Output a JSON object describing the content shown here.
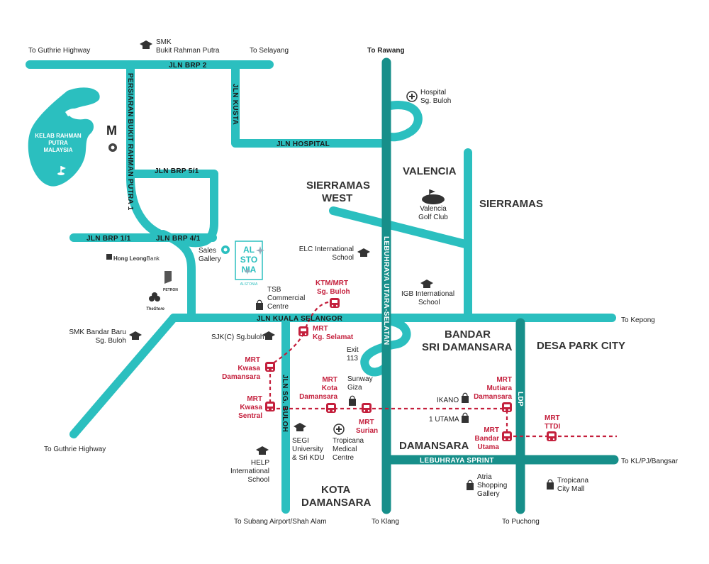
{
  "directions": {
    "guthrie_top": "To Guthrie Highway",
    "selayang": "To Selayang",
    "rawang": "To Rawang",
    "kepong": "To Kepong",
    "guthrie_bottom": "To Guthrie Highway",
    "subang": "To Subang Airport/Shah Alam",
    "klang": "To Klang",
    "puchong": "To Puchong",
    "kl": "To KL/PJ/Bangsar"
  },
  "roads": {
    "brp2": "JLN BRP 2",
    "persiaran": "PERSIARAN BUKIT RAHMAN PUTRA 1",
    "kusta": "JLN KUSTA",
    "hospital": "JLN HOSPITAL",
    "brp51": "JLN BRP 5/1",
    "brp11": "JLN BRP 1/1",
    "brp41": "JLN BRP 4/1",
    "kuala_selangor": "JLN KUALA SELANGOR",
    "sg_buloh": "JLN SG. BULOH",
    "lebuhraya": "LEBUHRAYA UTARA-SELATAN",
    "ldp": "LDP",
    "sprint": "LEBUHRAYA SPRINT"
  },
  "areas": {
    "sierramas_west": [
      "SIERRAMAS",
      "WEST"
    ],
    "valencia": "VALENCIA",
    "sierramas": "SIERRAMAS",
    "bandar_sri": [
      "BANDAR",
      "SRI DAMANSARA"
    ],
    "desa_park": "DESA PARK CITY",
    "damansara": "DAMANSARA",
    "kota_damansara": [
      "KOTA",
      "DAMANSARA"
    ]
  },
  "landmarks": {
    "smk_brp": [
      "SMK",
      "Bukit Rahman Putra"
    ],
    "kelab": [
      "KELAB RAHMAN",
      "PUTRA",
      "MALAYSIA"
    ],
    "hospital": [
      "Hospital",
      "Sg. Buloh"
    ],
    "valencia_golf": [
      "Valencia",
      "Golf Club"
    ],
    "elc": [
      "ELC International",
      "School"
    ],
    "sales_gallery": [
      "Sales",
      "Gallery"
    ],
    "alstonia": [
      "AL",
      "STO",
      "NIA"
    ],
    "alstonia_sub": "ALSTONIA",
    "tsb": [
      "TSB",
      "Commercial",
      "Centre"
    ],
    "igb": [
      "IGB International",
      "School"
    ],
    "smk_bbsb": [
      "SMK Bandar Baru",
      "Sg. Buloh"
    ],
    "sjk": "SJK(C) Sg.buloh",
    "exit": [
      "Exit",
      "113"
    ],
    "sunway": [
      "Sunway",
      "Giza"
    ],
    "ikano": "IKANO",
    "one_utama": "1 UTAMA",
    "segi": [
      "SEGI",
      "University",
      "& Sri KDU"
    ],
    "tropicana_med": [
      "Tropicana",
      "Medical",
      "Centre"
    ],
    "help": [
      "HELP",
      "International",
      "School"
    ],
    "atria": [
      "Atria",
      "Shopping",
      "Gallery"
    ],
    "tropicana_mall": [
      "Tropicana",
      "City Mall"
    ],
    "hong_leong": "Hong Leong",
    "hong_leong_b": "Bank",
    "petron": "PETRON",
    "store": "TheStore"
  },
  "mrt": {
    "ktm_sg_buloh": [
      "KTM/MRT",
      "Sg. Buloh"
    ],
    "kg_selamat": [
      "MRT",
      "Kg. Selamat"
    ],
    "kwasa_damansara": [
      "MRT",
      "Kwasa",
      "Damansara"
    ],
    "kwasa_sentral": [
      "MRT",
      "Kwasa",
      "Sentral"
    ],
    "kota_damansara": [
      "MRT",
      "Kota",
      "Damansara"
    ],
    "surian": [
      "MRT",
      "Surian"
    ],
    "mutiara": [
      "MRT",
      "Mutiara",
      "Damansara"
    ],
    "bandar_utama": [
      "MRT",
      "Bandar",
      "Utama"
    ],
    "ttdi": [
      "MRT",
      "TTDI"
    ]
  },
  "colors": {
    "road": "#2bbfbf",
    "road_dark": "#178f8a",
    "rail": "#c41f3c",
    "text": "#222222"
  }
}
